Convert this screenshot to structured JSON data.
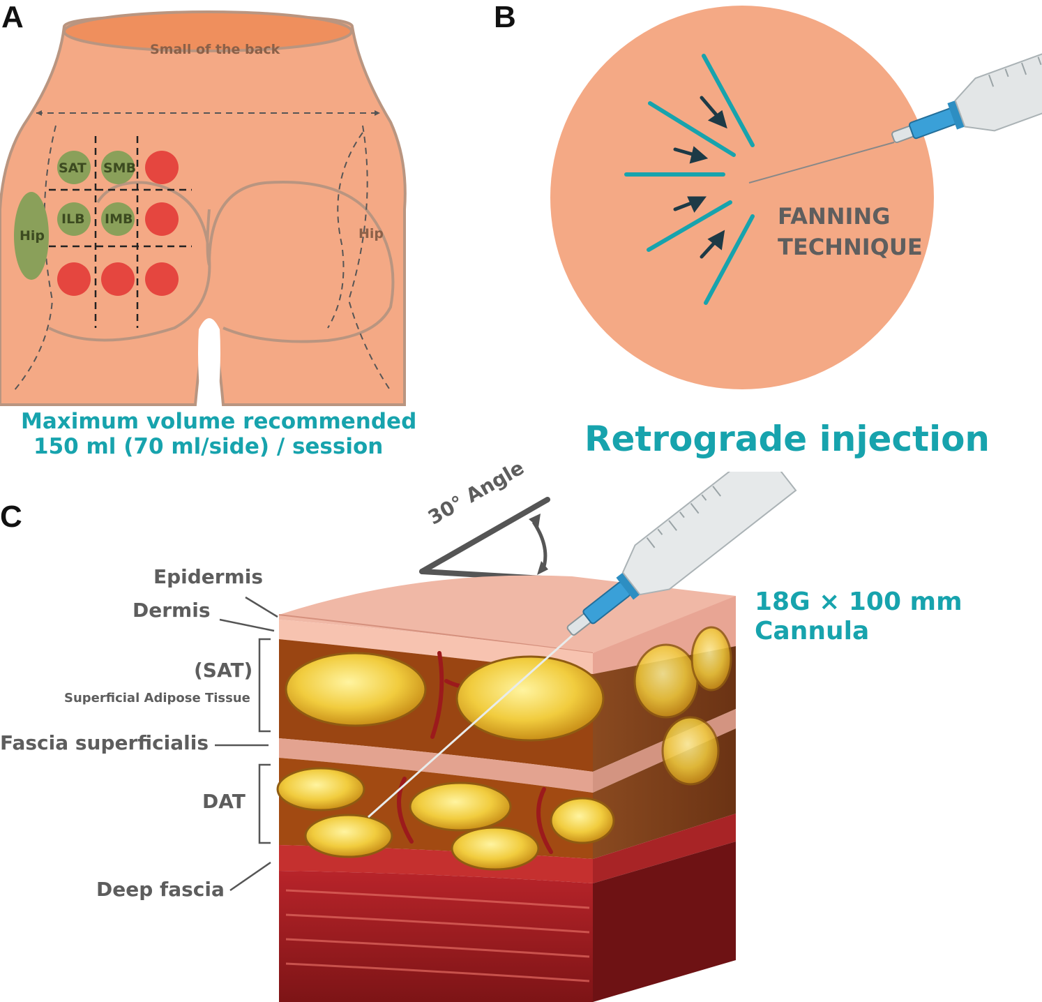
{
  "panels": {
    "a": {
      "letter": "A",
      "small_back": "Small of the back",
      "zones": [
        "SAT",
        "SMB",
        "ILB",
        "IMB"
      ],
      "hip_left": "Hip",
      "hip_right": "Hip",
      "max_line1": "Maximum volume recommended",
      "max_line2": "150 ml (70 ml/side) / session",
      "colors": {
        "skin": "#f4a985",
        "green": "#8aa05a",
        "red": "#e5463f",
        "teal": "#17a3ad"
      }
    },
    "b": {
      "letter": "B",
      "fanning_line1": "FANNING",
      "fanning_line2": "TECHNIQUE",
      "retrograde": "Retrograde injection"
    },
    "c": {
      "letter": "C",
      "angle": "30° Angle",
      "cannula_line1": "18G × 100 mm",
      "cannula_line2": "Cannula",
      "labels": {
        "epidermis": "Epidermis",
        "dermis": "Dermis",
        "sat": "(SAT)",
        "sat_full": "Superficial Adipose Tissue",
        "fascia": "Fascia superficialis",
        "dat": "DAT",
        "deep": "Deep fascia"
      }
    }
  }
}
